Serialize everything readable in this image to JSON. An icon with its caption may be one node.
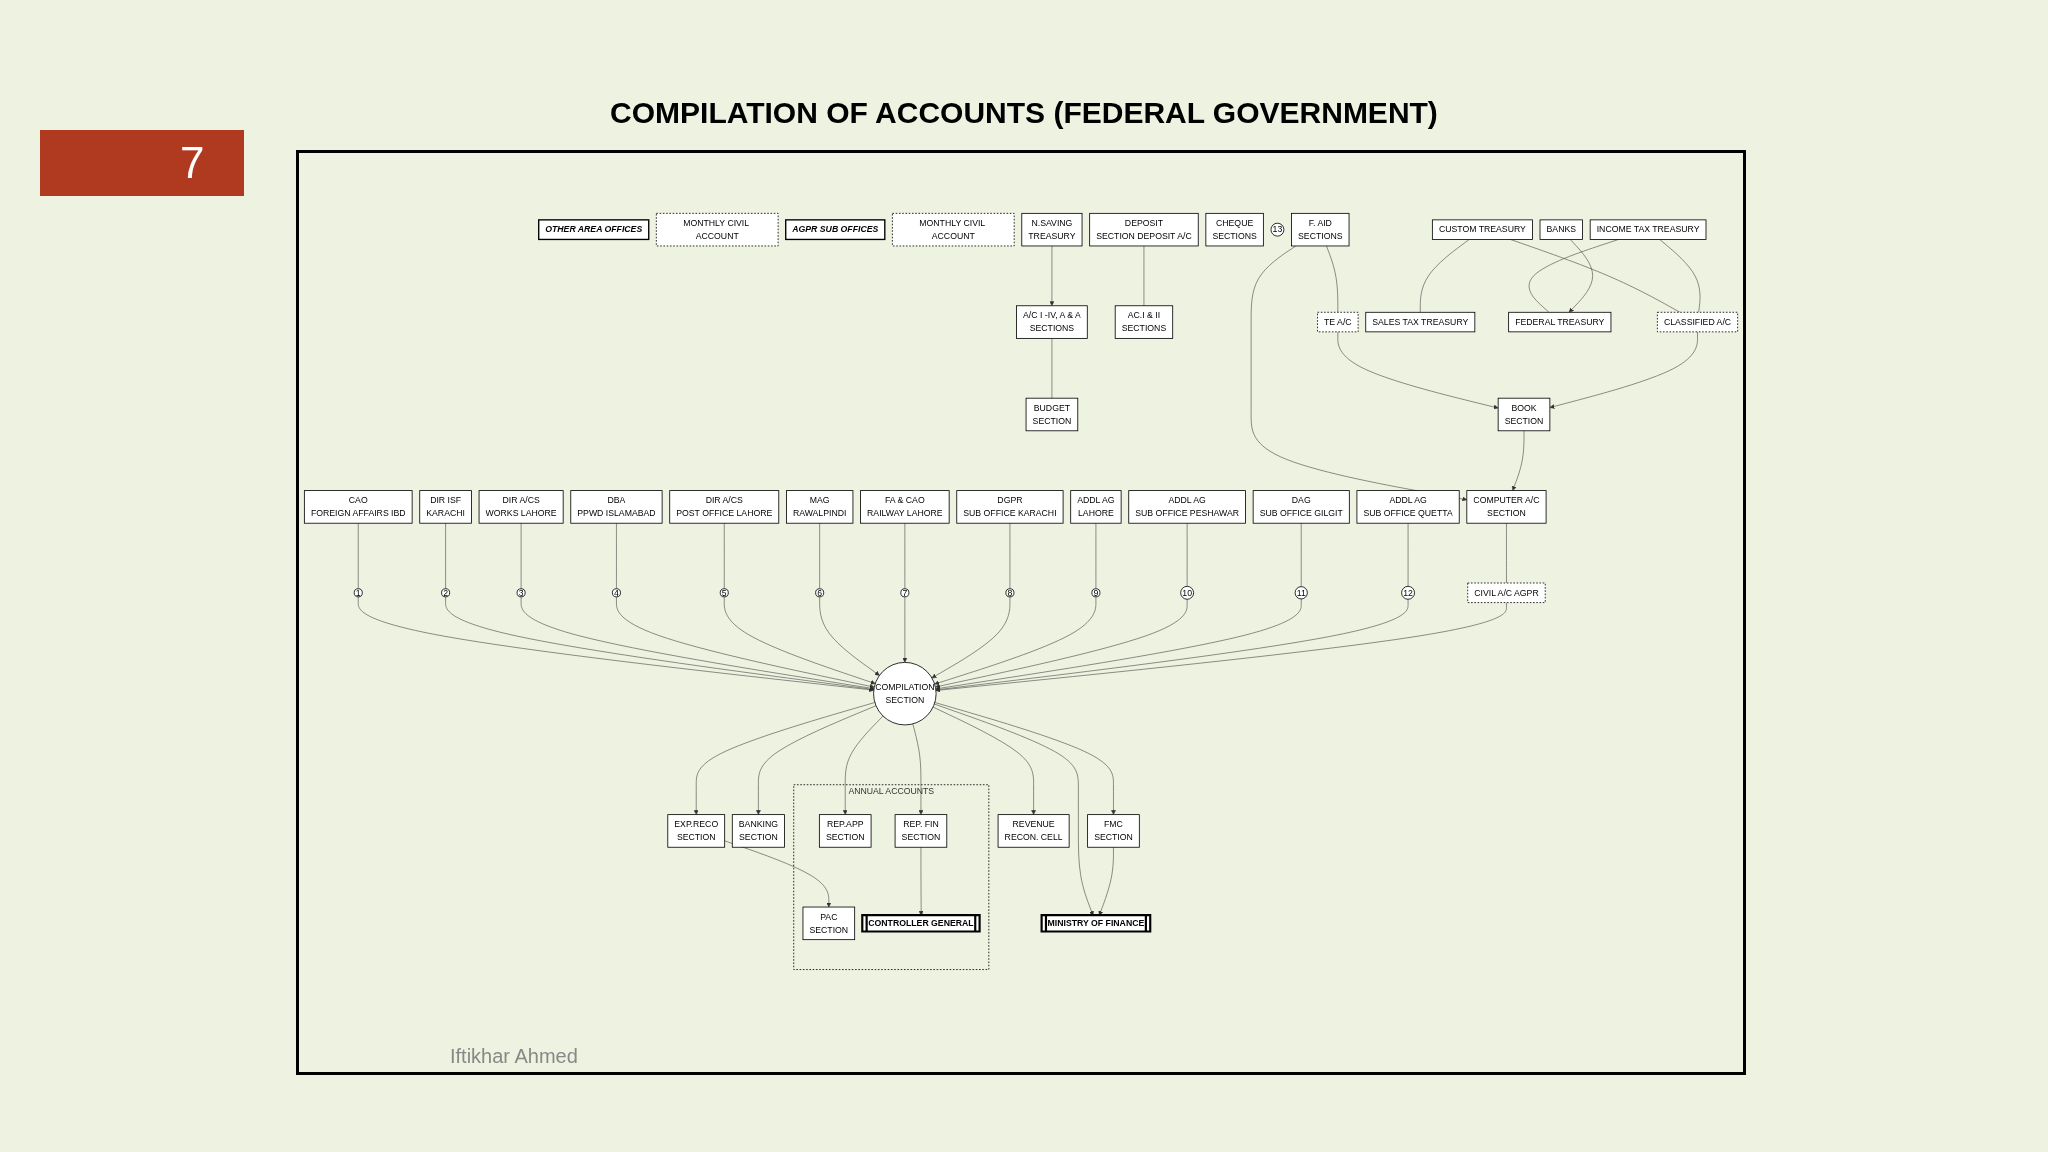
{
  "diagram": {
    "title": "COMPILATION OF ACCOUNTS (FEDERAL GOVERNMENT)",
    "nodes": [
      {
        "text": [
          "OTHER AREA OFFICES"
        ]
      },
      {
        "text": [
          "CAO",
          "FOREIGN AFFAIRS IBD"
        ]
      },
      {
        "text": [
          "DIR A/CS",
          "WORKS LAHORE"
        ]
      },
      {
        "text": [
          "DIR A/CS",
          "POST OFFICE LAHORE"
        ]
      },
      {
        "text": [
          "FA & CAO",
          "RAILWAY LAHORE"
        ]
      },
      {
        "text": [
          "DIR ISF",
          "KARACHI"
        ]
      },
      {
        "text": [
          "DBA",
          "PPWD ISLAMABAD"
        ]
      },
      {
        "text": [
          "MAG",
          "RAWALPINDI"
        ]
      },
      {
        "text": [
          "1"
        ]
      },
      {
        "text": [
          "2"
        ]
      },
      {
        "text": [
          "3"
        ]
      },
      {
        "text": [
          "4"
        ]
      },
      {
        "text": [
          "5"
        ]
      },
      {
        "text": [
          "6"
        ]
      },
      {
        "text": [
          "7"
        ]
      },
      {
        "text": [
          "MONTHLY CIVIL ACCOUNT"
        ]
      },
      {
        "text": [
          "AGPR SUB OFFICES"
        ]
      },
      {
        "text": [
          "DGPR",
          "SUB OFFICE KARACHI"
        ]
      },
      {
        "text": [
          "ADDL AG",
          "SUB OFFICE PESHAWAR"
        ]
      },
      {
        "text": [
          "ADDL AG",
          "SUB OFFICE QUETTA"
        ]
      },
      {
        "text": [
          "ADDL AG",
          "LAHORE"
        ]
      },
      {
        "text": [
          "DAG",
          "SUB OFFICE GILGIT"
        ]
      },
      {
        "text": [
          "8"
        ]
      },
      {
        "text": [
          "9"
        ]
      },
      {
        "text": [
          "10"
        ]
      },
      {
        "text": [
          "11"
        ]
      },
      {
        "text": [
          "12"
        ]
      },
      {
        "text": [
          "MONTHLY CIVIL ACCOUNT"
        ]
      },
      {
        "text": [
          "COMPILATION",
          "SECTION"
        ]
      },
      {
        "text": [
          "ANNUAL ACCOUNTS"
        ]
      },
      {
        "text": [
          "REP.APP",
          "SECTION"
        ],
        "in": 29
      },
      {
        "text": [
          "N.SAVING",
          "TREASURY"
        ]
      },
      {
        "text": [
          "A/C I -IV, A & A",
          "SECTIONS"
        ]
      },
      {
        "text": [
          "DEPOSIT",
          "SECTION DEPOSIT A/C"
        ]
      },
      {
        "text": [
          "CHEQUE",
          "SECTIONS"
        ]
      },
      {
        "text": [
          "13"
        ]
      },
      {
        "text": [
          "COMPUTER A/C",
          "SECTION"
        ]
      },
      {
        "text": [
          "CIVIL A/C AGPR"
        ]
      },
      {
        "text": [
          "BANKING",
          "SECTION"
        ]
      },
      {
        "text": [
          "EXP.RECO",
          "SECTION"
        ]
      },
      {
        "text": [
          "PAC",
          "SECTION"
        ],
        "in": 29
      },
      {
        "text": [
          "F. AID",
          "SECTIONS"
        ]
      },
      {
        "text": [
          "BUDGET",
          "SECTION"
        ]
      },
      {
        "text": [
          "AC.I & II",
          "SECTIONS"
        ]
      },
      {
        "text": [
          "TE A/C"
        ]
      },
      {
        "text": [
          "BOOK",
          "SECTION"
        ]
      },
      {
        "text": [
          "FMC",
          "SECTION"
        ]
      },
      {
        "text": [
          "REVENUE",
          "RECON. CELL"
        ]
      },
      {
        "text": [
          "REP. FIN",
          "SECTION"
        ],
        "in": 29
      },
      {
        "text": [
          "CLASSIFIED A/C"
        ]
      },
      {
        "text": [
          "CUSTOM TREASURY"
        ]
      },
      {
        "text": [
          "INCOME TAX TREASURY"
        ]
      },
      {
        "text": [
          "MINISTRY OF FINANCE"
        ]
      },
      {
        "text": [
          "CONTROLLER GENERAL"
        ],
        "in": 29
      },
      {
        "text": [
          "SALES TAX TREASURY"
        ]
      },
      {
        "text": [
          "FEDERAL TREASURY"
        ]
      },
      {
        "text": [
          "BANKS"
        ]
      }
    ],
    "edges": [
      {
        "from": 1,
        "to": 8,
        "arrow": "none"
      },
      {
        "from": 5,
        "to": 9,
        "arrow": "none"
      },
      {
        "from": 2,
        "to": 10,
        "arrow": "none"
      },
      {
        "from": 6,
        "to": 11,
        "arrow": "none"
      },
      {
        "from": 3,
        "to": 12,
        "arrow": "none"
      },
      {
        "from": 7,
        "to": 13,
        "arrow": "none"
      },
      {
        "from": 4,
        "to": 14,
        "arrow": "none"
      },
      {
        "from": 8,
        "to": 28,
        "arrow": "to"
      },
      {
        "from": 9,
        "to": 28,
        "arrow": "to"
      },
      {
        "from": 10,
        "to": 28,
        "arrow": "to"
      },
      {
        "from": 11,
        "to": 28,
        "arrow": "to"
      },
      {
        "from": 12,
        "to": 28,
        "arrow": "to"
      },
      {
        "from": 13,
        "to": 28,
        "arrow": "to"
      },
      {
        "from": 14,
        "to": 28,
        "arrow": "to"
      },
      {
        "from": 17,
        "to": 22,
        "arrow": "none"
      },
      {
        "from": 20,
        "to": 23,
        "arrow": "none"
      },
      {
        "from": 18,
        "to": 24,
        "arrow": "none"
      },
      {
        "from": 21,
        "to": 25,
        "arrow": "none"
      },
      {
        "from": 19,
        "to": 26,
        "arrow": "none"
      },
      {
        "from": 22,
        "to": 28,
        "arrow": "to"
      },
      {
        "from": 23,
        "to": 28,
        "arrow": "to"
      },
      {
        "from": 24,
        "to": 28,
        "arrow": "to"
      },
      {
        "from": 25,
        "to": 28,
        "arrow": "to"
      },
      {
        "from": 26,
        "to": 28,
        "arrow": "to"
      },
      {
        "from": 31,
        "to": 32,
        "arrow": "to"
      },
      {
        "from": 32,
        "to": 42,
        "arrow": "none"
      },
      {
        "from": 33,
        "to": 43,
        "arrow": "none"
      },
      {
        "from": 41,
        "to": 36,
        "arrow": "to"
      },
      {
        "from": 41,
        "to": 44,
        "arrow": "none"
      },
      {
        "from": 44,
        "to": 45,
        "arrow": "to"
      },
      {
        "from": 45,
        "to": 36,
        "arrow": "to"
      },
      {
        "from": 36,
        "to": 37,
        "arrow": "none"
      },
      {
        "from": 37,
        "to": 28,
        "arrow": "to"
      },
      {
        "from": 50,
        "to": 54,
        "arrow": "none"
      },
      {
        "from": 51,
        "to": 55,
        "arrow": "none"
      },
      {
        "from": 50,
        "to": 49,
        "arrow": "none"
      },
      {
        "from": 51,
        "to": 49,
        "arrow": "none"
      },
      {
        "from": 49,
        "to": 45,
        "arrow": "to"
      },
      {
        "from": 56,
        "to": 55,
        "arrow": "to"
      },
      {
        "from": 28,
        "to": 52,
        "arrow": "to"
      },
      {
        "from": 28,
        "to": 30,
        "arrow": "to"
      },
      {
        "from": 28,
        "to": 38,
        "arrow": "to"
      },
      {
        "from": 28,
        "to": 39,
        "arrow": "to"
      },
      {
        "from": 28,
        "to": 46,
        "arrow": "to"
      },
      {
        "from": 28,
        "to": 47,
        "arrow": "to"
      },
      {
        "from": 28,
        "to": 48,
        "arrow": "to"
      },
      {
        "from": 39,
        "to": 40,
        "arrow": "to"
      },
      {
        "from": 46,
        "to": 52,
        "arrow": "to"
      },
      {
        "from": 48,
        "to": 53,
        "arrow": "to"
      }
    ],
    "labels": [
      "7",
      "Iftikhar Ahmed"
    ]
  }
}
